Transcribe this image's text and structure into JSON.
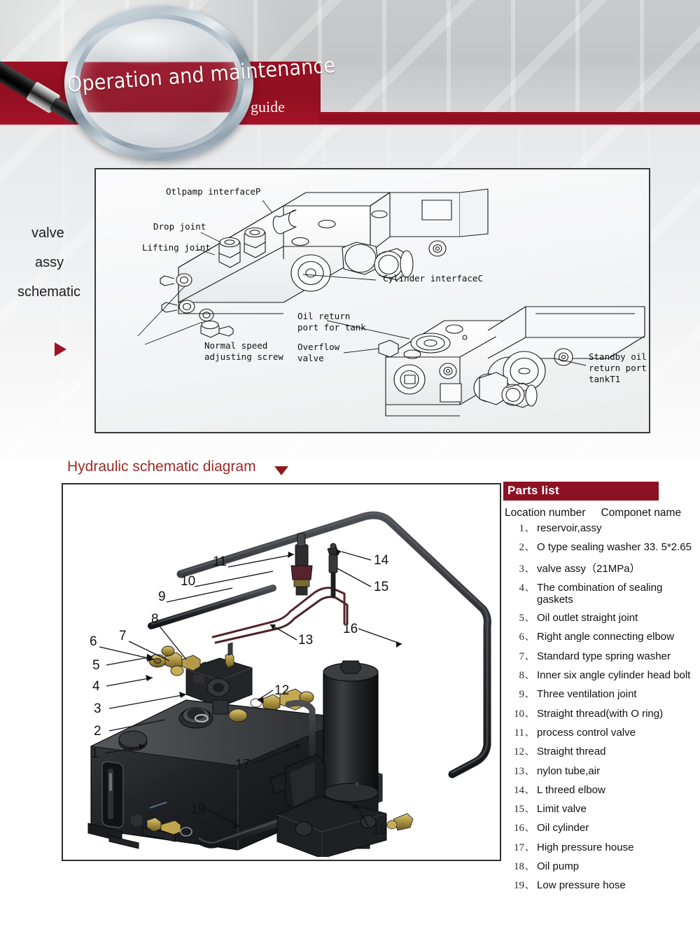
{
  "hero": {
    "title": "Operation and maintenance",
    "subtitle": "guide",
    "banner_color": "#8e0f20",
    "title_color": "#fdf6f4"
  },
  "side_caption": {
    "line1": "valve",
    "line2": "assy",
    "line3": "schematic",
    "marker_icon": "play-triangle-right",
    "marker_color": "#9c1227"
  },
  "valve_diagram": {
    "labels": [
      {
        "id": "oilpump-interface-p",
        "text": "Otlpamp interfaceP"
      },
      {
        "id": "drop-joint",
        "text": "Drop joint"
      },
      {
        "id": "lifting-joint",
        "text": "Lifting joint"
      },
      {
        "id": "cylinder-interface-c",
        "text": "Cylinder interfaceC"
      },
      {
        "id": "normal-speed-screw",
        "line1": "Normal speed",
        "line2": "adjusting screw"
      },
      {
        "id": "oil-return-port",
        "line1": "Oil return",
        "line2": "port for tank"
      },
      {
        "id": "overflow-valve",
        "line1": "Overflow",
        "line2": "valve"
      },
      {
        "id": "standby-oil-return",
        "line1": "Standby oil",
        "line2": "return port for",
        "line3": "tankT1"
      }
    ]
  },
  "hydraulic_section": {
    "title": "Hydraulic schematic diagram",
    "title_color": "#9b2a2a",
    "marker_icon": "play-triangle-down",
    "marker_color": "#8e1a1f",
    "callouts": [
      "1",
      "2",
      "3",
      "4",
      "5",
      "6",
      "7",
      "8",
      "9",
      "10",
      "11",
      "12",
      "13",
      "14",
      "15",
      "16",
      "17",
      "18",
      "19"
    ]
  },
  "parts_list": {
    "header": "Parts list",
    "header_bg": "#8d1224",
    "col_location": "Location number",
    "col_component": "Componet name",
    "separator": "、",
    "items": [
      {
        "num": "1",
        "name": "reservoir,assy"
      },
      {
        "num": "2",
        "name": "O type sealing washer 33. 5*2.65"
      },
      {
        "num": "3",
        "name": " valve assy（21MPa）"
      },
      {
        "num": "4",
        "name": "The combination of sealing gaskets"
      },
      {
        "num": "5",
        "name": "Oil outlet straight joint"
      },
      {
        "num": "6",
        "name": "Right angle connecting elbow"
      },
      {
        "num": "7",
        "name": "Standard type spring washer"
      },
      {
        "num": "8",
        "name": "Inner six angle cylinder head bolt"
      },
      {
        "num": "9",
        "name": "Three ventilation joint"
      },
      {
        "num": "10",
        "name": "Straight thread(with O ring)"
      },
      {
        "num": "11",
        "name": "process control valve"
      },
      {
        "num": "12",
        "name": "Straight thread"
      },
      {
        "num": "13",
        "name": "nylon tube,air"
      },
      {
        "num": "14",
        "name": "L threed elbow"
      },
      {
        "num": "15",
        "name": "Limit valve"
      },
      {
        "num": "16",
        "name": "Oil cylinder"
      },
      {
        "num": "17",
        "name": "High pressure house"
      },
      {
        "num": "18",
        "name": "Oil pump"
      },
      {
        "num": "19",
        "name": "Low pressure hose"
      }
    ]
  }
}
